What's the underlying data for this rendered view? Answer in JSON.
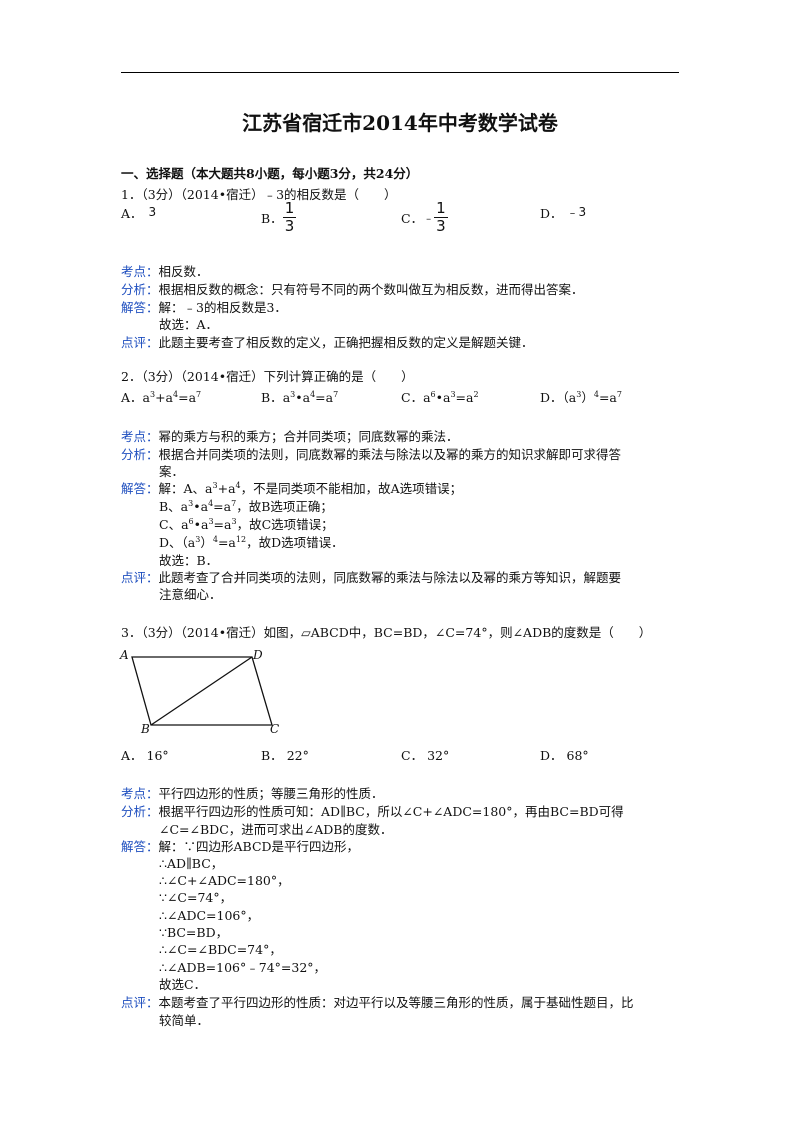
{
  "doc": {
    "title": "江苏省宿迁市2014年中考数学试卷",
    "section1": "一、选择题（本大题共8小题，每小题3分，共24分）"
  },
  "labels": {
    "kaodian": "考点：",
    "fenxi": "分析：",
    "jieda": "解答：",
    "dianping": "点评："
  },
  "q1": {
    "stem": "1．（3分）（2014•宿迁）﹣3的相反数是（　　）",
    "options": [
      {
        "letter": "A．",
        "value": "3"
      },
      {
        "letter": "B．",
        "num": "1",
        "den": "3"
      },
      {
        "letter": "C．",
        "sign": "﹣",
        "num": "1",
        "den": "3"
      },
      {
        "letter": "D．",
        "value": "﹣3"
      }
    ],
    "kaodian": "相反数．",
    "fenxi": "根据相反数的概念：只有符号不同的两个数叫做互为相反数，进而得出答案．",
    "jieda": [
      "解：﹣3的相反数是3．",
      "故选：A．"
    ],
    "dianping": "此题主要考查了相反数的定义，正确把握相反数的定义是解题关键．"
  },
  "q2": {
    "stem": "2．（3分）（2014•宿迁）下列计算正确的是（　　）",
    "options": [
      {
        "letter": "A．",
        "value": "a3+a4=a7"
      },
      {
        "letter": "B．",
        "value": "a3•a4=a7"
      },
      {
        "letter": "C．",
        "value": "a6•a3=a2"
      },
      {
        "letter": "D．",
        "value": "（a3）4=a7"
      }
    ],
    "kaodian": "幂的乘方与积的乘方；合并同类项；同底数幂的乘法．",
    "fenxi": [
      "根据合并同类项的法则，同底数幂的乘法与除法以及幂的乘方的知识求解即可求得答",
      "案．"
    ],
    "jieda": [
      "解：A、a3+a4，不是同类项不能相加，故A选项错误；",
      "B、a3•a4=a7，故B选项正确；",
      "C、a6•a3=a3，故C选项错误；",
      "D、（a3）4=a12，故D选项错误．",
      "故选：B．"
    ],
    "dianping": [
      "此题考查了合并同类项的法则，同底数幂的乘法与除法以及幂的乘方等知识，解题要",
      "注意细心．"
    ]
  },
  "q3": {
    "stem": "3．（3分）（2014•宿迁）如图，▱ABCD中，BC=BD，∠C=74°，则∠ADB的度数是（　　）",
    "figure": {
      "A": "A",
      "B": "B",
      "C": "C",
      "D": "D"
    },
    "options": [
      {
        "letter": "A．",
        "value": "16°"
      },
      {
        "letter": "B．",
        "value": "22°"
      },
      {
        "letter": "C．",
        "value": "32°"
      },
      {
        "letter": "D．",
        "value": "68°"
      }
    ],
    "kaodian": "平行四边形的性质；等腰三角形的性质．",
    "fenxi": [
      "根据平行四边形的性质可知：AD∥BC，所以∠C+∠ADC=180°，再由BC=BD可得",
      "∠C=∠BDC，进而可求出∠ADB的度数．"
    ],
    "jieda": [
      "解：∵四边形ABCD是平行四边形，",
      "∴AD∥BC，",
      "∴∠C+∠ADC=180°，",
      "∵∠C=74°，",
      "∴∠ADC=106°，",
      "∵BC=BD，",
      "∴∠C=∠BDC=74°，",
      "∴∠ADB=106°﹣74°=32°，",
      "故选C．"
    ],
    "dianping": [
      "本题考查了平行四边形的性质：对边平行以及等腰三角形的性质，属于基础性题目，比",
      "较简单．"
    ]
  }
}
